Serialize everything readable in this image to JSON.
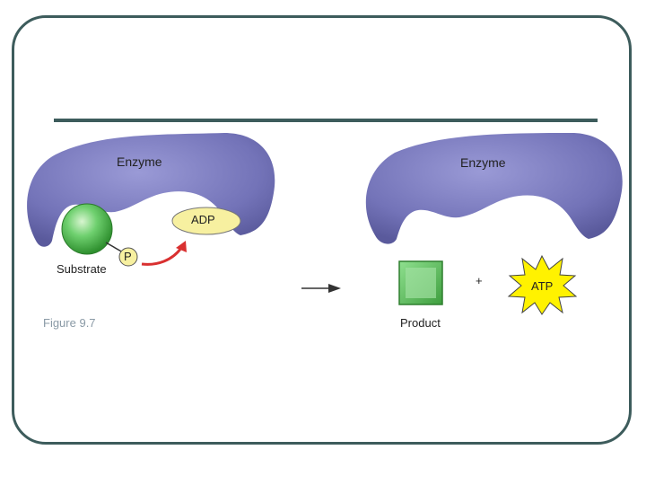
{
  "labels": {
    "enzyme_left": "Enzyme",
    "enzyme_right": "Enzyme",
    "adp": "ADP",
    "phosphate": "P",
    "substrate": "Substrate",
    "plus": "+",
    "atp": "ATP",
    "product": "Product",
    "figure": "Figure 9.7"
  },
  "colors": {
    "frame": "#3d5c5c",
    "enzyme": "#7b7bbf",
    "substrate": "#4cb84c",
    "product": "#5cbf5c",
    "adp_fill": "#f7f0a0",
    "atp_fill": "#fff200",
    "arrow_red": "#d93030"
  }
}
